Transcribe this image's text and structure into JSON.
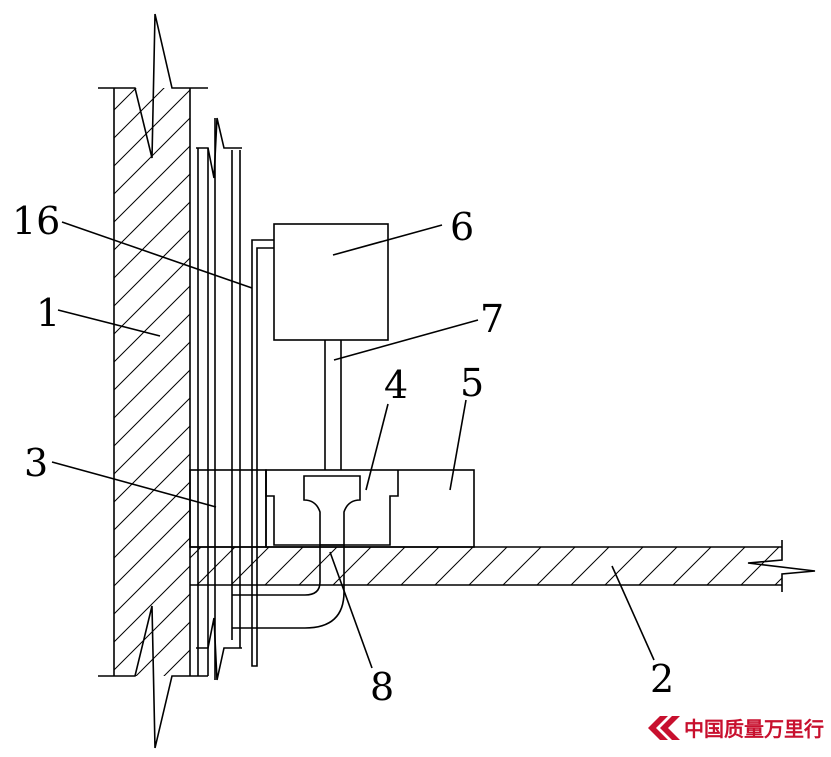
{
  "labels": {
    "l16": "16",
    "l1": "1",
    "l3": "3",
    "l6": "6",
    "l7": "7",
    "l4": "4",
    "l5": "5",
    "l8": "8",
    "l2": "2"
  },
  "watermark": {
    "text": "中国质量万里行",
    "icon": "double-chevron-logo-icon",
    "color": "#c8102e"
  }
}
